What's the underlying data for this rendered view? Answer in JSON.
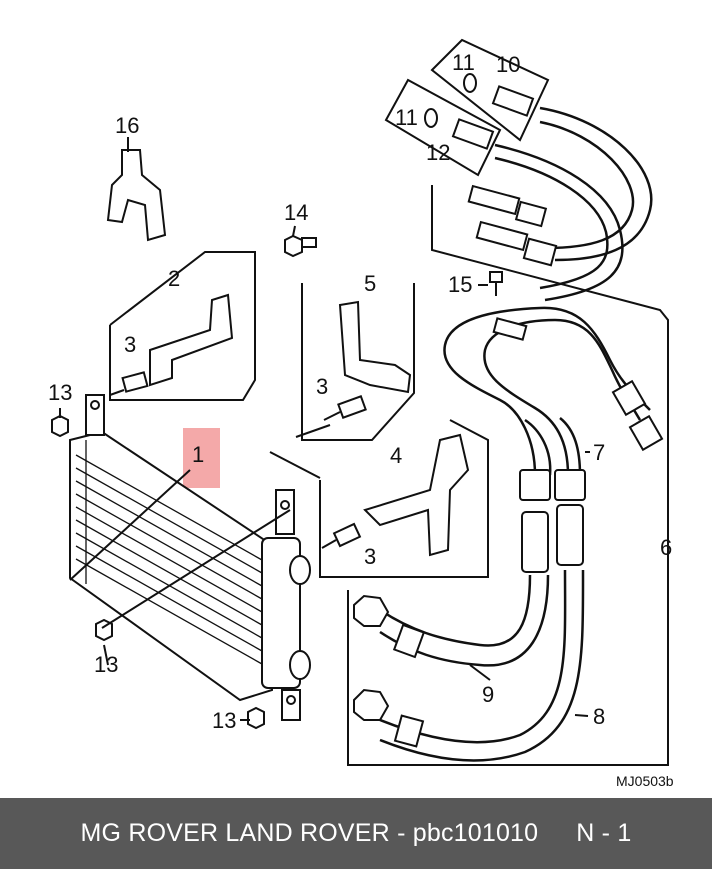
{
  "callouts": {
    "c1": "1",
    "c2": "2",
    "c3a": "3",
    "c3b": "3",
    "c3c": "3",
    "c4": "4",
    "c5": "5",
    "c6": "6",
    "c7": "7",
    "c8": "8",
    "c9": "9",
    "c10": "10",
    "c11a": "11",
    "c11b": "11",
    "c12": "12",
    "c13a": "13",
    "c13b": "13",
    "c13c": "13",
    "c14": "14",
    "c15": "15",
    "c16": "16"
  },
  "drawing_code": "MJ0503b",
  "footer": {
    "brand": "MG ROVER LAND ROVER - pbc101010",
    "qty": "N - 1"
  },
  "colors": {
    "highlight": "#f4a9a9",
    "footer_bg": "#585858",
    "line": "#111111"
  }
}
